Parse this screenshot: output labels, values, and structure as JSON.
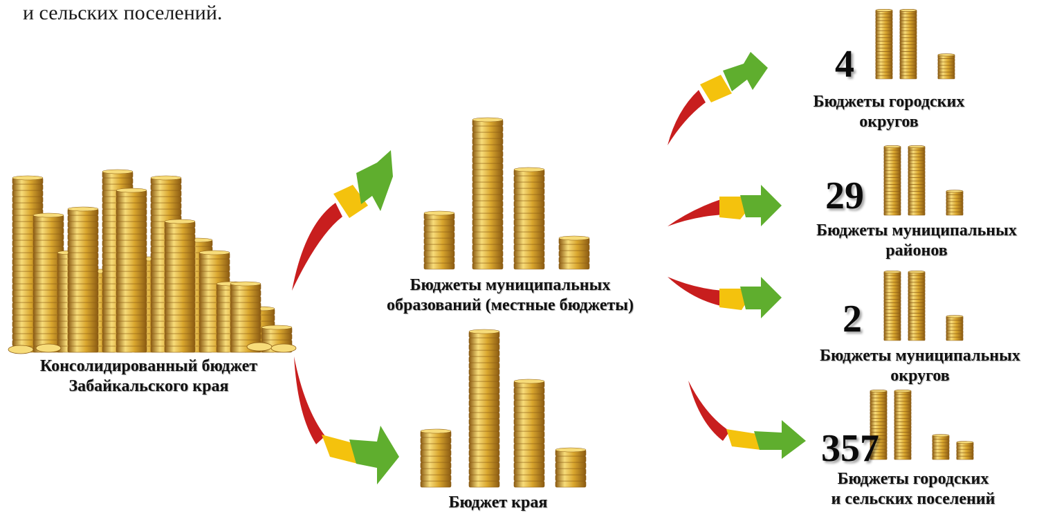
{
  "header": {
    "text": "и сельских поселений."
  },
  "nodes": {
    "consolidated": {
      "line1": "Консолидированный бюджет",
      "line2": "Забайкальского края"
    },
    "municipal": {
      "line1": "Бюджеты муниципальных",
      "line2": "образований (местные бюджеты)"
    },
    "region": {
      "line1": "Бюджет края"
    },
    "city_districts": {
      "count": "4",
      "line1": "Бюджеты городских",
      "line2": "округов"
    },
    "municipal_areas": {
      "count": "29",
      "line1": "Бюджеты муниципальных",
      "line2": "районов"
    },
    "municipal_districts": {
      "count": "2",
      "line1": "Бюджеты муниципальных",
      "line2": "округов"
    },
    "settlements": {
      "count": "357",
      "line1": "Бюджеты городских",
      "line2": "и сельских поселений"
    }
  },
  "colors": {
    "coin_light": "#f7dc7a",
    "coin_mid": "#d9a62e",
    "coin_dark": "#8a5a12",
    "arrow_red": "#c81e1e",
    "arrow_yellow": "#f4c20d",
    "arrow_green": "#5fae2e"
  }
}
